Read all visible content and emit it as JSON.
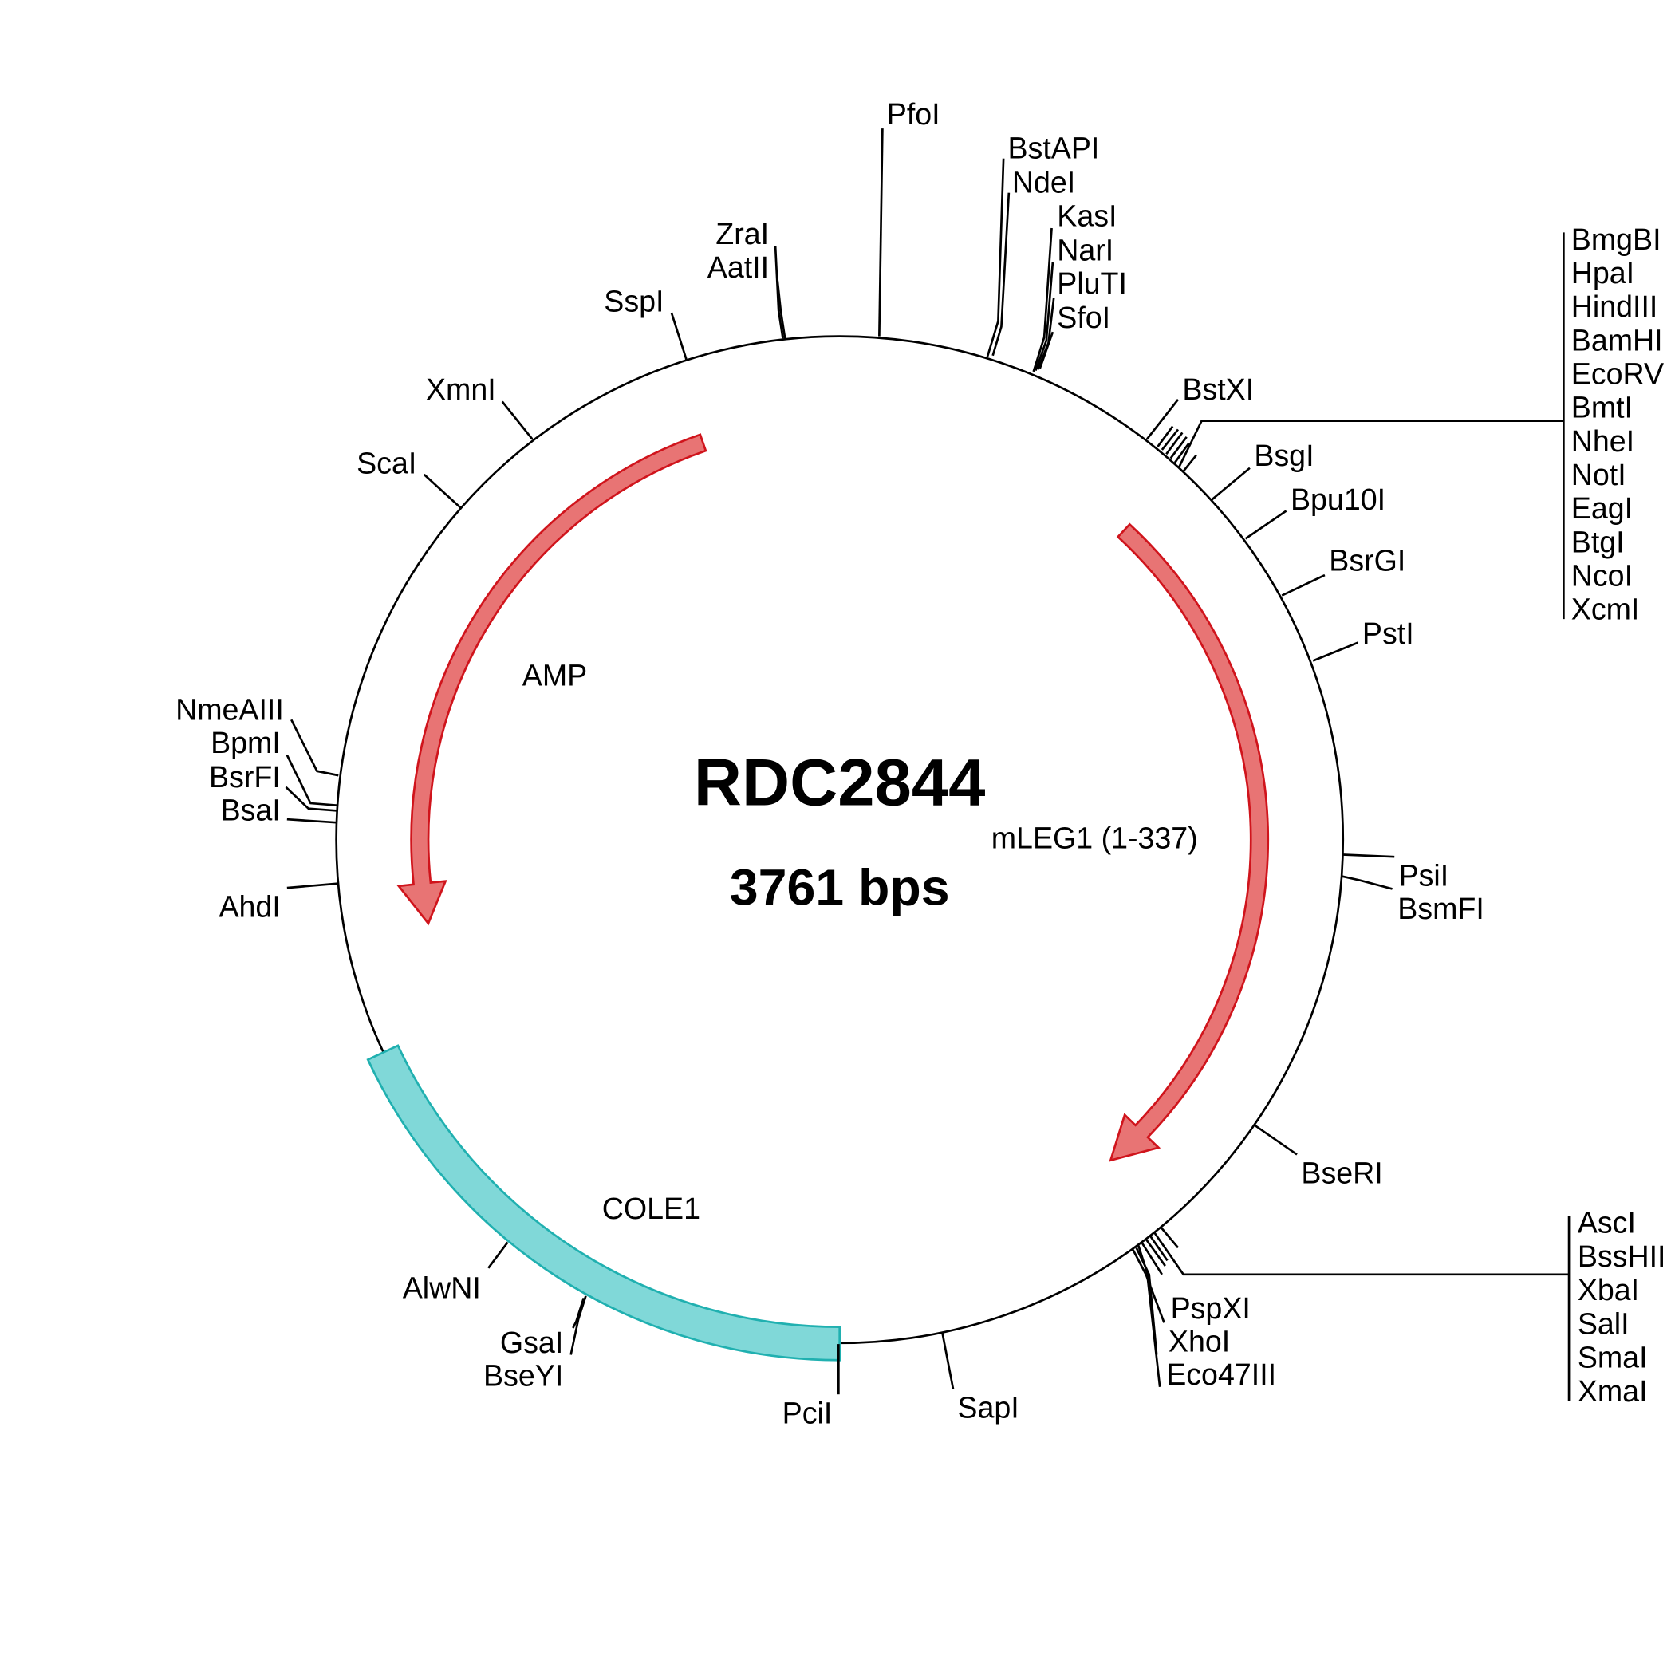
{
  "plasmid": {
    "name": "RDC2844",
    "length": "3761 bps"
  },
  "colors": {
    "backbone": "#000000",
    "cds_fill": "#e87474",
    "cds_stroke": "#d0141c",
    "ori_fill": "#80d8d8",
    "ori_stroke": "#20b0b0"
  },
  "features": [
    {
      "label": "AMP",
      "type": "cds",
      "direction": "reverse"
    },
    {
      "label": "mLEG1 (1-337)",
      "type": "cds",
      "direction": "forward"
    },
    {
      "label": "COLE1",
      "type": "origin"
    }
  ],
  "enzymes": {
    "top": [
      "PfoI",
      "BstAPI",
      "NdeI",
      "KasI",
      "NarI",
      "PluTI",
      "SfoI",
      "ZraI",
      "AatII",
      "SspI",
      "XmnI",
      "ScaI"
    ],
    "left": [
      "NmeAIII",
      "BpmI",
      "BsrFI",
      "BsaI",
      "AhdI"
    ],
    "bottom": [
      "AlwNI",
      "GsaI",
      "BseYI",
      "PciI",
      "SapI",
      "PspXI",
      "XhoI",
      "Eco47III"
    ],
    "right": [
      "BstXI",
      "BsgI",
      "Bpu10I",
      "BsrGI",
      "PstI",
      "PsiI",
      "BsmFI",
      "BseRI"
    ],
    "mcs1": [
      "BmgBI",
      "HpaI",
      "HindIII",
      "BamHI",
      "EcoRV",
      "BmtI",
      "NheI",
      "NotI",
      "EagI",
      "BtgI",
      "NcoI",
      "XcmI"
    ],
    "mcs2": [
      "AscI",
      "BssHII",
      "XbaI",
      "SalI",
      "SmaI",
      "XmaI"
    ]
  }
}
